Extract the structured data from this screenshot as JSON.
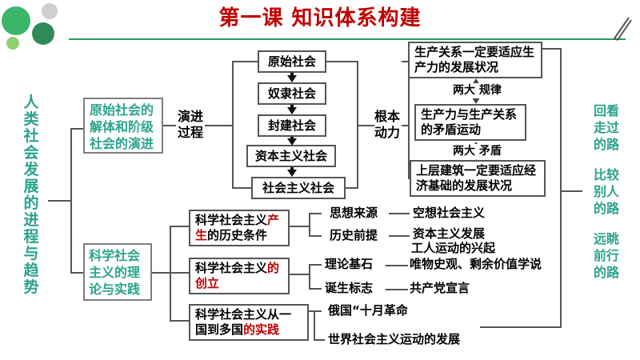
{
  "title": "第一课  知识体系构建",
  "colors": {
    "title": "#c00000",
    "teal": "#2aa38c",
    "accent_green": "#2a9d5a"
  },
  "left_vertical": [
    "人",
    "类",
    "社",
    "会",
    "发",
    "展",
    "的",
    "进",
    "程",
    "与",
    "趋",
    "势"
  ],
  "branch1": {
    "box": "原始社会的解体和阶级社会的演进",
    "process_label": "演进过程",
    "stages": [
      "原始社会",
      "奴隶社会",
      "封建社会",
      "资本主义社会",
      "社会主义社会"
    ],
    "driver_label": "根本动力",
    "laws": [
      "生产关系一定要适应生产力的发展状况",
      "生产力与生产关系的矛盾运动",
      "上层建筑一定要适应经济基础的发展状况"
    ],
    "between1": "两大 规律",
    "between2": "两大 矛盾"
  },
  "branch2": {
    "box": "科学社会主义的理论与实践",
    "sub1": {
      "prefix": "科学社会主义",
      "red": "产生",
      "suffix": "的历史条件"
    },
    "sub1_items": [
      {
        "label": "思想来源",
        "value": "空想社会主义"
      },
      {
        "label": "历史前提",
        "value": "资本主义发展",
        "value2": "工人运动的兴起"
      }
    ],
    "sub2": {
      "prefix": "科学社会主义",
      "red_end": "的",
      "red_line2": "创立"
    },
    "sub2_items": [
      {
        "label": "理论基石",
        "value": "唯物史观、剩余价值学说"
      },
      {
        "label": "诞生标志",
        "value": "共产党宣言"
      }
    ],
    "sub3": {
      "line1": "科学社会主义从一",
      "line2_prefix": "国到多国",
      "red": "的实践"
    },
    "sub3_items": [
      "俄国“十月革命",
      "世界社会主义运动的发展"
    ]
  },
  "right_vertical": [
    [
      "回看",
      "走过",
      "的路"
    ],
    [
      "比较",
      "别人",
      "的路"
    ],
    [
      "远眺",
      "前行",
      "的路"
    ]
  ]
}
